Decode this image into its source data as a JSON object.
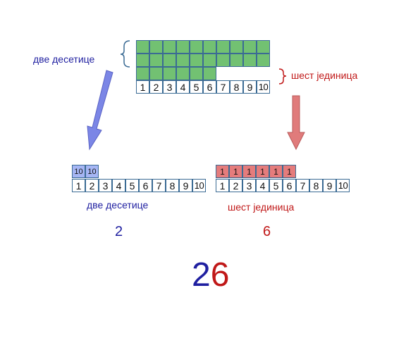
{
  "texts": {
    "tens_label_top": "две десетице",
    "units_label_top": "шест јединица",
    "tens_label_bottom": "две десетице",
    "units_label_bottom": "шест јединица",
    "tens_digit": "2",
    "units_digit": "6",
    "result_tens": "2",
    "result_units": "6"
  },
  "number_strip": [
    "1",
    "2",
    "3",
    "4",
    "5",
    "6",
    "7",
    "8",
    "9",
    "10"
  ],
  "tens_blocks": [
    "10",
    "10"
  ],
  "unit_blocks": [
    "1",
    "1",
    "1",
    "1",
    "1",
    "1"
  ],
  "green_grid": {
    "full_rows": 2,
    "partial_row": 6,
    "columns": 10
  },
  "colors": {
    "tens": "#1f1fa0",
    "units": "#c01818",
    "green_cell": "#72c172",
    "blue_cell": "#a6b6f4",
    "red_cell": "#e57c7c",
    "cell_border": "#3b6b94",
    "blue_arrow": "#7b86e6",
    "red_arrow": "#e07b7b"
  }
}
